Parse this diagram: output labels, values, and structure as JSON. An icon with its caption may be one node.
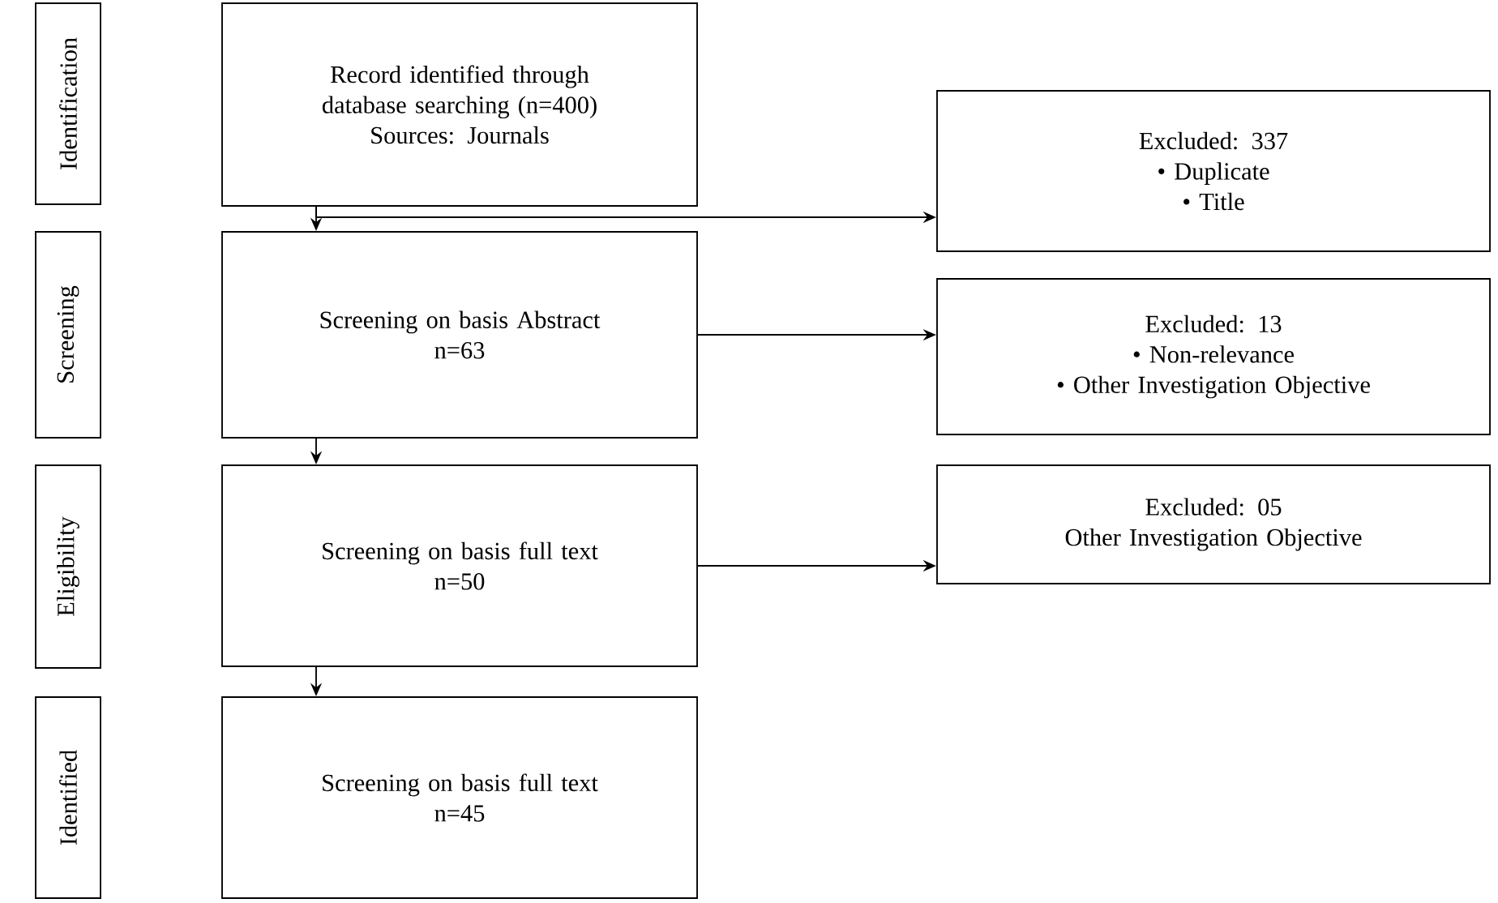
{
  "diagram": {
    "nodes": [
      {
        "text": [
          "Identification"
        ]
      },
      {
        "text": [
          "Record identified through database searching (n=400)",
          "Sources: Journals"
        ]
      },
      {
        "text": [
          "Excluded: 337",
          "• Duplicate",
          "• Title"
        ]
      },
      {
        "text": [
          "Screening"
        ]
      },
      {
        "text": [
          "Screening on basis Abstract",
          "n=63"
        ]
      },
      {
        "text": [
          "Excluded: 13",
          "• Non-relevance",
          "• Other Investigation Objective"
        ]
      },
      {
        "text": [
          "Eligibility"
        ]
      },
      {
        "text": [
          "Screening on basis full text",
          "n=50"
        ]
      },
      {
        "text": [
          "Excluded: 05",
          "Other Investigation Objective"
        ]
      },
      {
        "text": [
          "Identified"
        ]
      },
      {
        "text": [
          "Screening on basis full text",
          "n=45"
        ]
      }
    ],
    "edges": [
      {
        "from": 1,
        "to": 4,
        "arrow": "to"
      },
      {
        "from": 1,
        "to": 2,
        "arrow": "to"
      },
      {
        "from": 4,
        "to": 5,
        "arrow": "to"
      },
      {
        "from": 4,
        "to": 7,
        "arrow": "to"
      },
      {
        "from": 7,
        "to": 8,
        "arrow": "to"
      },
      {
        "from": 7,
        "to": 10,
        "arrow": "to"
      }
    ]
  }
}
